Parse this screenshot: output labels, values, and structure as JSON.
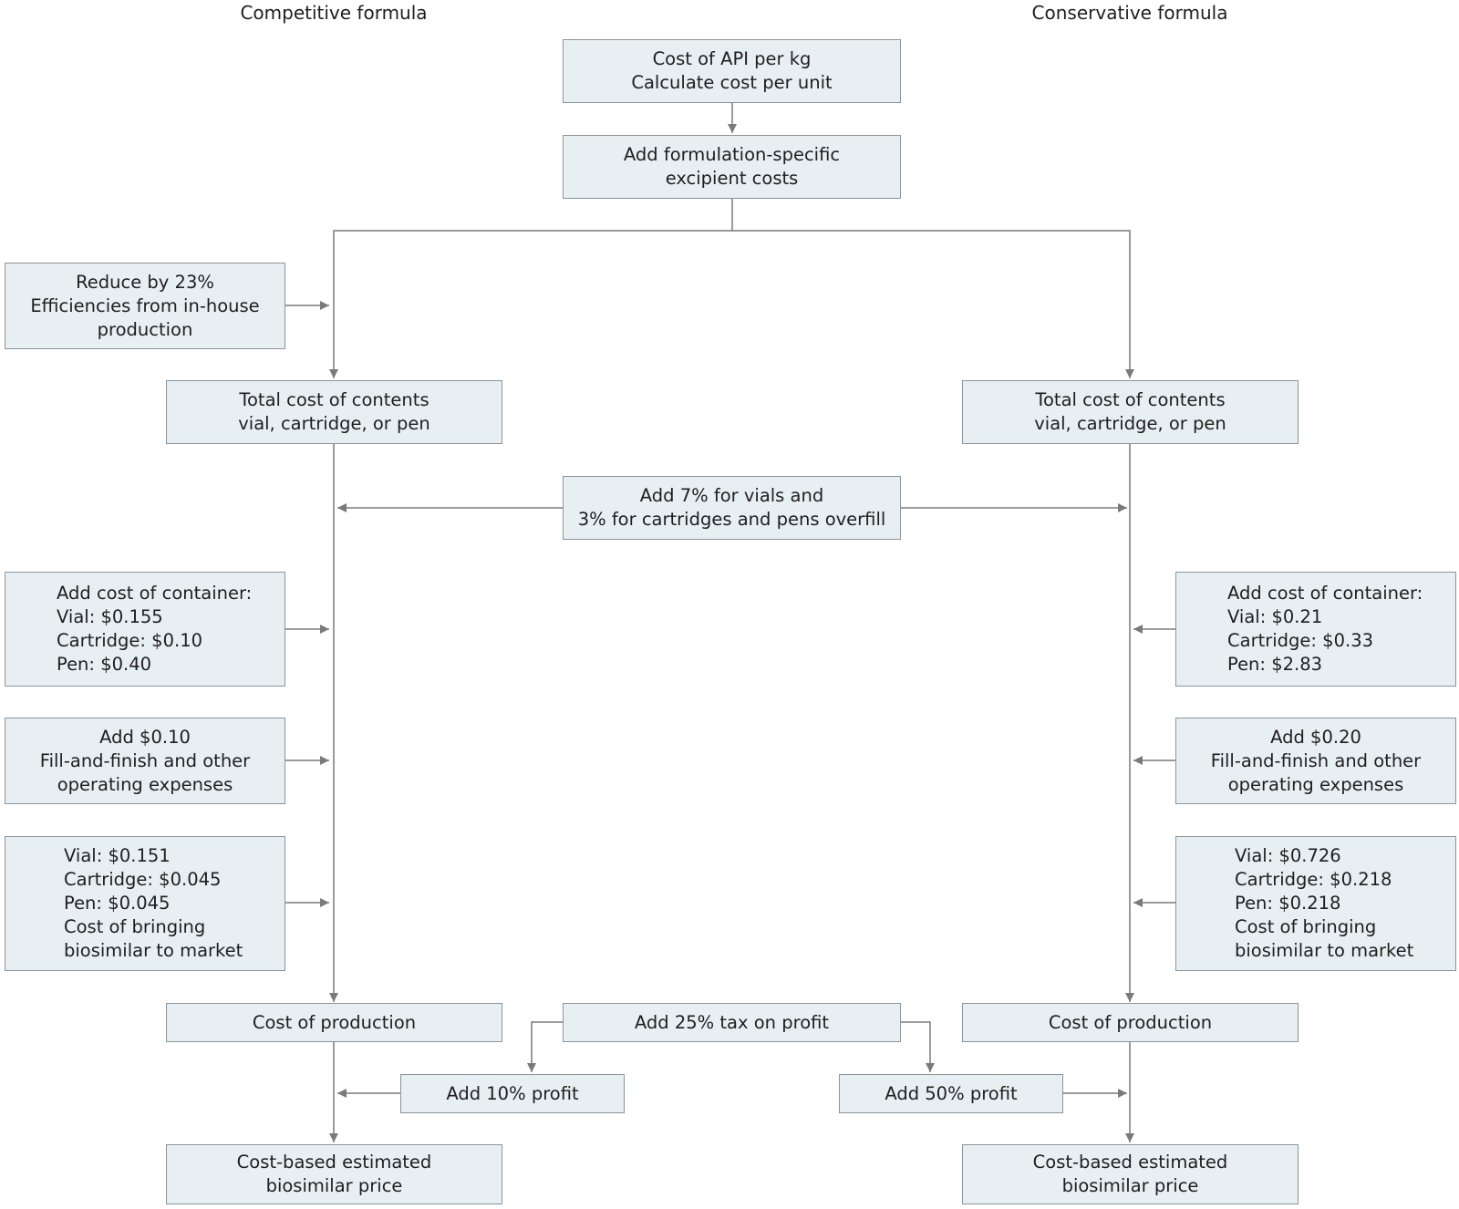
{
  "headers": {
    "competitive": "Competitive formula",
    "conservative": "Conservative formula"
  },
  "top": {
    "api": [
      "Cost of API per kg",
      "Calculate cost per unit"
    ],
    "excipient": [
      "Add formulation-specific",
      "excipient costs"
    ],
    "overfill": [
      "Add 7% for vials and",
      "3% for cartridges and pens overfill"
    ],
    "tax": [
      "Add 25% tax on profit"
    ]
  },
  "competitive": {
    "reduce": [
      "Reduce by 23%",
      "Efficiencies from in-house",
      "production"
    ],
    "total": [
      "Total cost of contents",
      "vial, cartridge, or pen"
    ],
    "container": [
      "Add cost of container:",
      "Vial: $0.155",
      "Cartridge: $0.10",
      "Pen: $0.40"
    ],
    "fill": [
      "Add $0.10",
      "Fill-and-finish and other",
      "operating expenses"
    ],
    "market": [
      "Vial: $0.151",
      "Cartridge: $0.045",
      "Pen: $0.045",
      "Cost of bringing",
      "biosimilar to market"
    ],
    "production": [
      "Cost of production"
    ],
    "profit": [
      "Add 10% profit"
    ],
    "price": [
      "Cost-based estimated",
      "biosimilar price"
    ]
  },
  "conservative": {
    "total": [
      "Total cost of contents",
      "vial, cartridge, or pen"
    ],
    "container": [
      "Add cost of container:",
      "Vial: $0.21",
      "Cartridge: $0.33",
      "Pen: $2.83"
    ],
    "fill": [
      "Add $0.20",
      "Fill-and-finish and other",
      "operating expenses"
    ],
    "market": [
      "Vial: $0.726",
      "Cartridge: $0.218",
      "Pen: $0.218",
      "Cost of bringing",
      "biosimilar to market"
    ],
    "production": [
      "Cost of production"
    ],
    "profit": [
      "Add 50% profit"
    ],
    "price": [
      "Cost-based estimated",
      "biosimilar price"
    ]
  }
}
